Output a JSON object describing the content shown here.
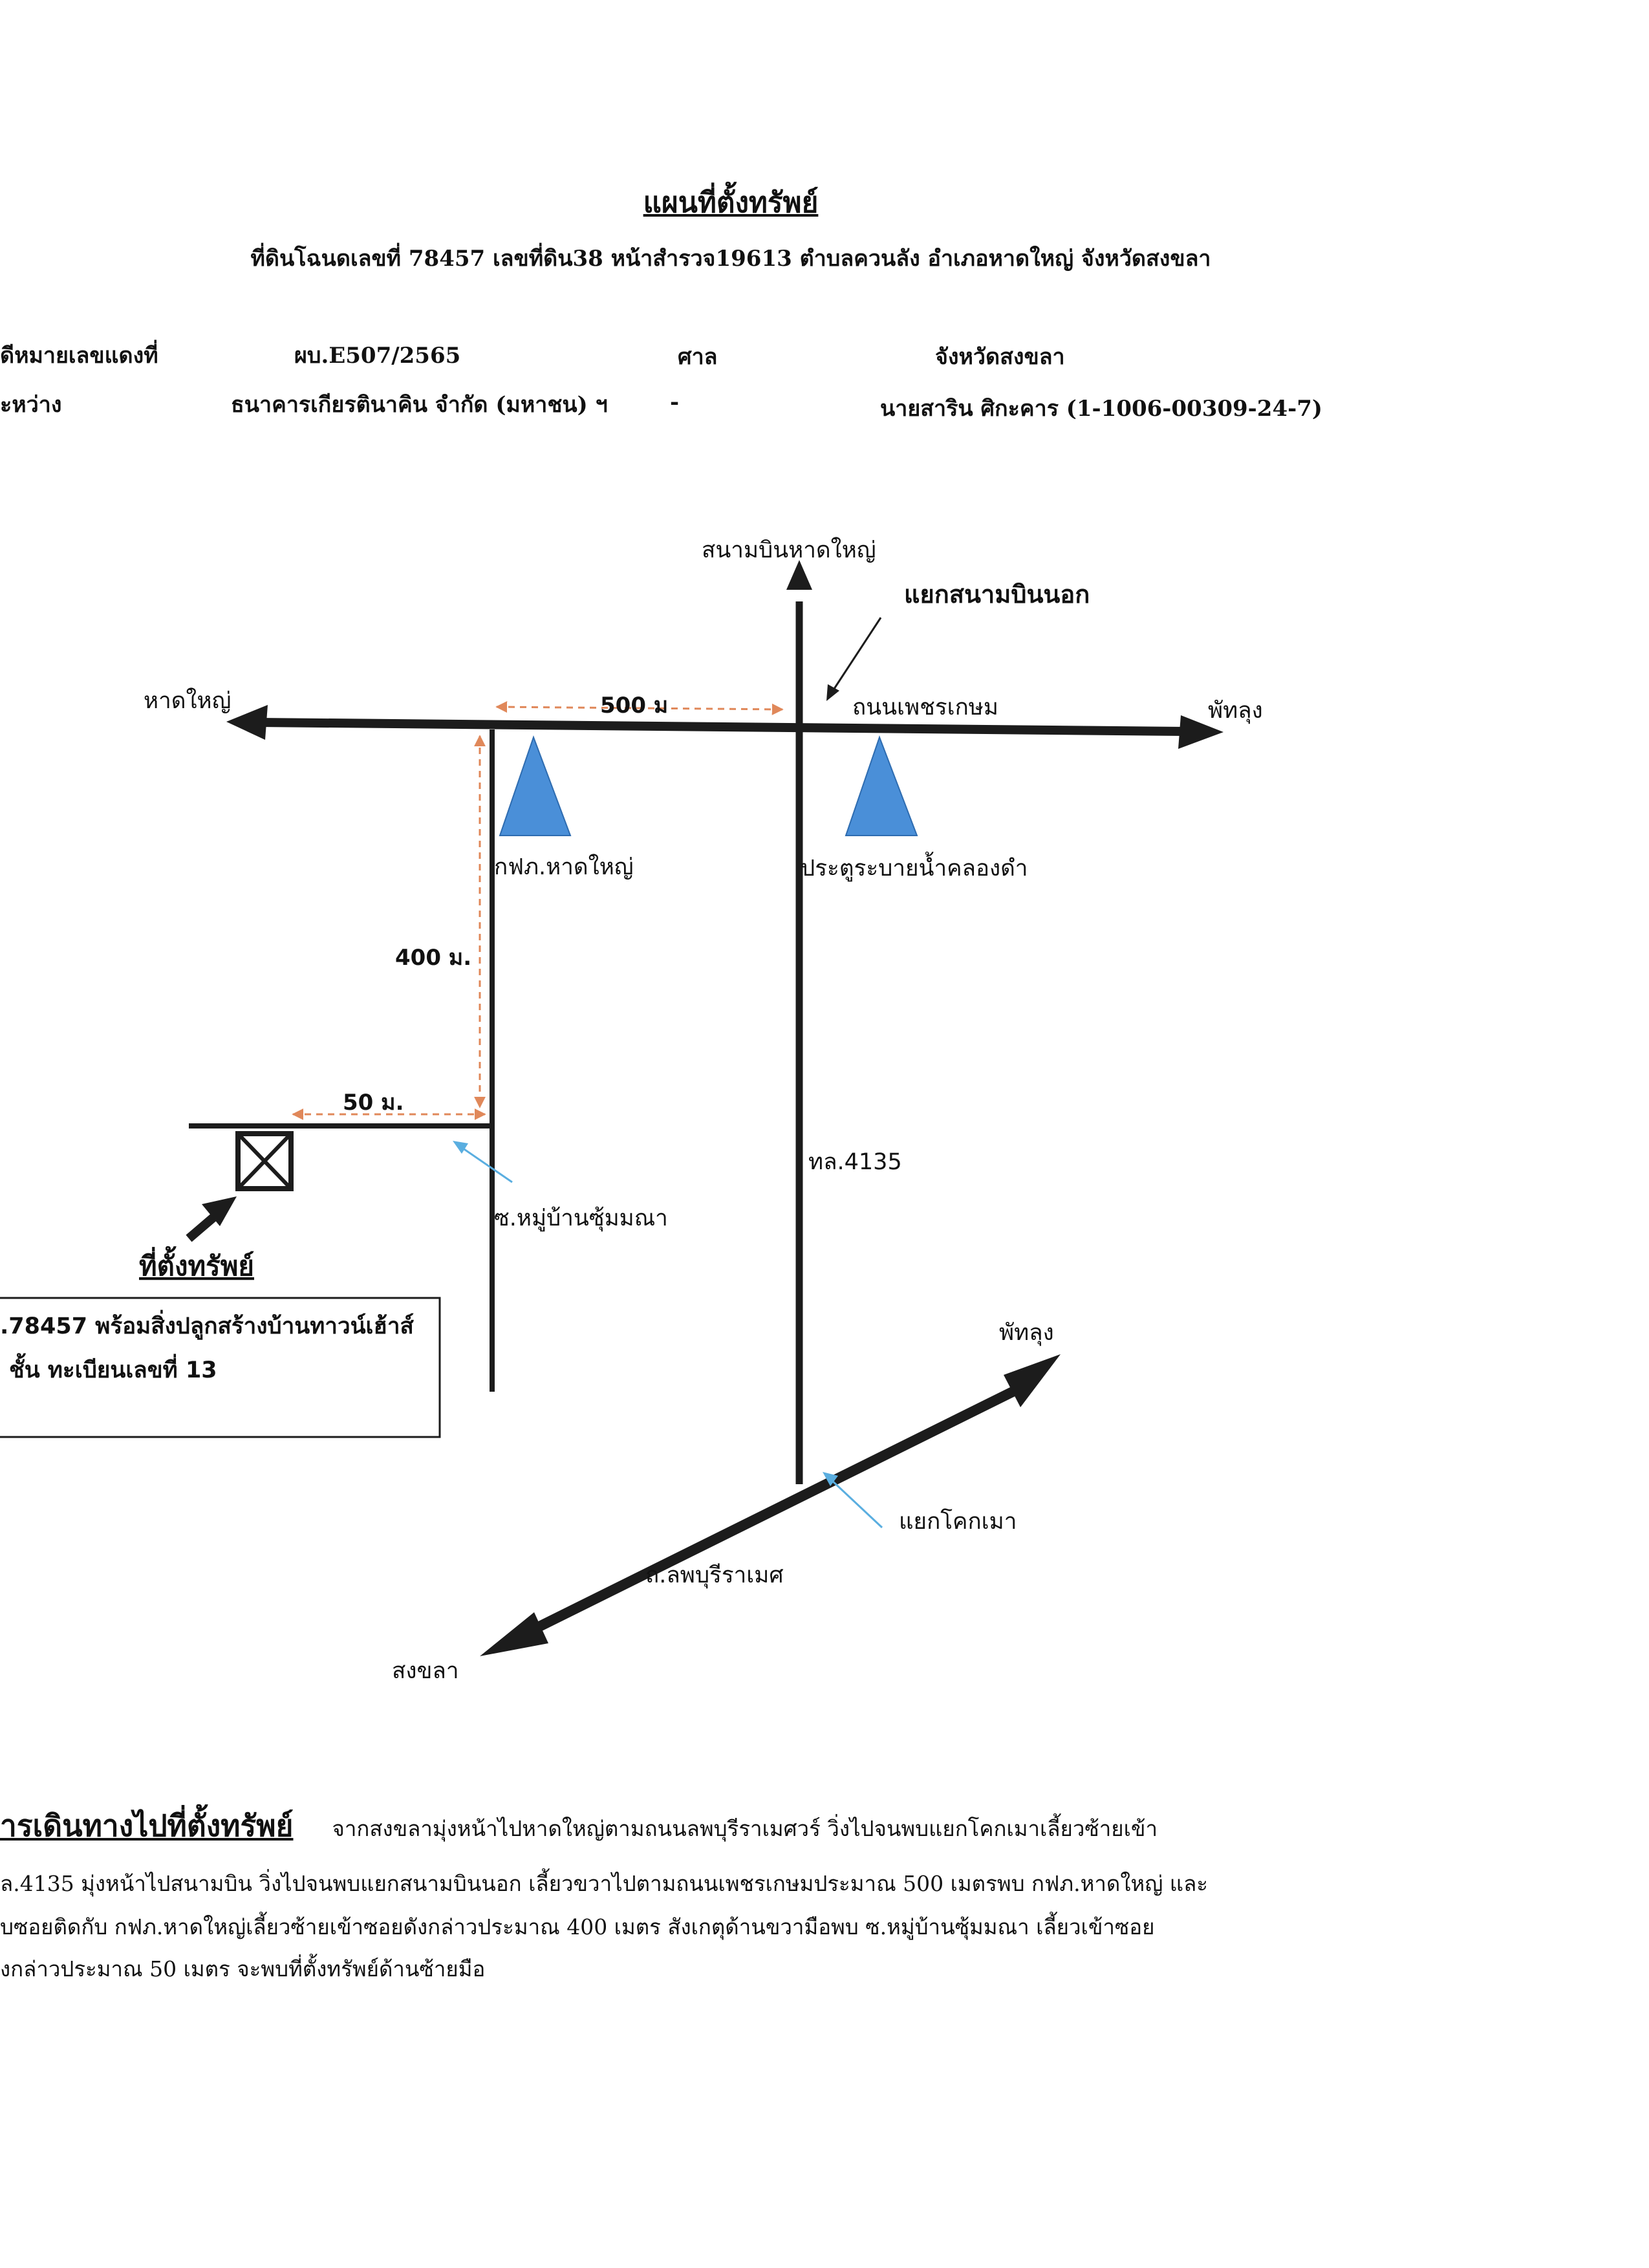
{
  "header": {
    "title": "แผนที่ตั้งทรัพย์",
    "subtitle": "ที่ดินโฉนดเลขที่ 78457 เลขที่ดิน38 หน้าสำรวจ19613 ตำบลควนลัง อำเภอหาดใหญ่ จังหวัดสงขลา"
  },
  "case_info": {
    "case_label": "ดีหมายเลขแดงที่",
    "case_number": "ผบ.E507/2565",
    "court_label": "ศาล",
    "court_name": "จังหวัดสงขลา",
    "between_label": "ะหว่าง",
    "plaintiff": "ธนาคารเกียรตินาคิน จำกัด (มหาชน) ฯ",
    "separator": "-",
    "defendant": "นายสาริน ศิกะคาร (1-1006-00309-24-7)"
  },
  "map": {
    "road_north": "สนามบินหาดใหญ่",
    "junction_airport": "แยกสนามบินนอก",
    "west": "หาดใหญ่",
    "east_top": "พัทลุง",
    "road_phetkasem": "ถนนเพชรเกษม",
    "dist_500": "500 ม",
    "dist_400": "400 ม.",
    "dist_50": "50 ม.",
    "landmark_egat": "กฟภ.หาดใหญ่",
    "landmark_gate": "ประตูระบายน้ำคลองดำ",
    "soi_name": "ซ.หมู่บ้านซุ้มมณา",
    "highway": "ทล.4135",
    "property_label": "ที่ตั้งทรัพย์",
    "property_desc_1": ".78457 พร้อมสิ่งปลูกสร้างบ้านทาวน์เฮ้าส์",
    "property_desc_2": "ชั้น ทะเบียนเลขที่ 13",
    "east_bottom": "พัทลุง",
    "junction_khok": "แยกโคกเมา",
    "road_lopburi": "ถ.ลพบุรีราเมศ",
    "south": "สงขลา",
    "colors": {
      "road": "#1c1c1c",
      "landmark": "#4a8fd8",
      "dimension": "#e0885a",
      "pointer": "#5aaee0"
    }
  },
  "directions": {
    "heading": "ารเดินทางไปที่ตั้งทรัพย์",
    "line1": "จากสงขลามุ่งหน้าไปหาดใหญ่ตามถนนลพบุรีราเมศวร์ วิ่งไปจนพบแยกโคกเมาเลี้ยวซ้ายเข้า",
    "line2": "ล.4135 มุ่งหน้าไปสนามบิน วิ่งไปจนพบแยกสนามบินนอก เลี้ยวขวาไปตามถนนเพชรเกษมประมาณ 500 เมตรพบ กฟภ.หาดใหญ่ และ",
    "line3": "บซอยติดกับ กฟภ.หาดใหญ่เลี้ยวซ้ายเข้าซอยดังกล่าวประมาณ 400 เมตร สังเกตุด้านขวามือพบ ซ.หมู่บ้านซุ้มมณา เลี้ยวเข้าซอย",
    "line4": "ังกล่าวประมาณ 50 เมตร จะพบที่ตั้งทรัพย์ด้านซ้ายมือ"
  }
}
